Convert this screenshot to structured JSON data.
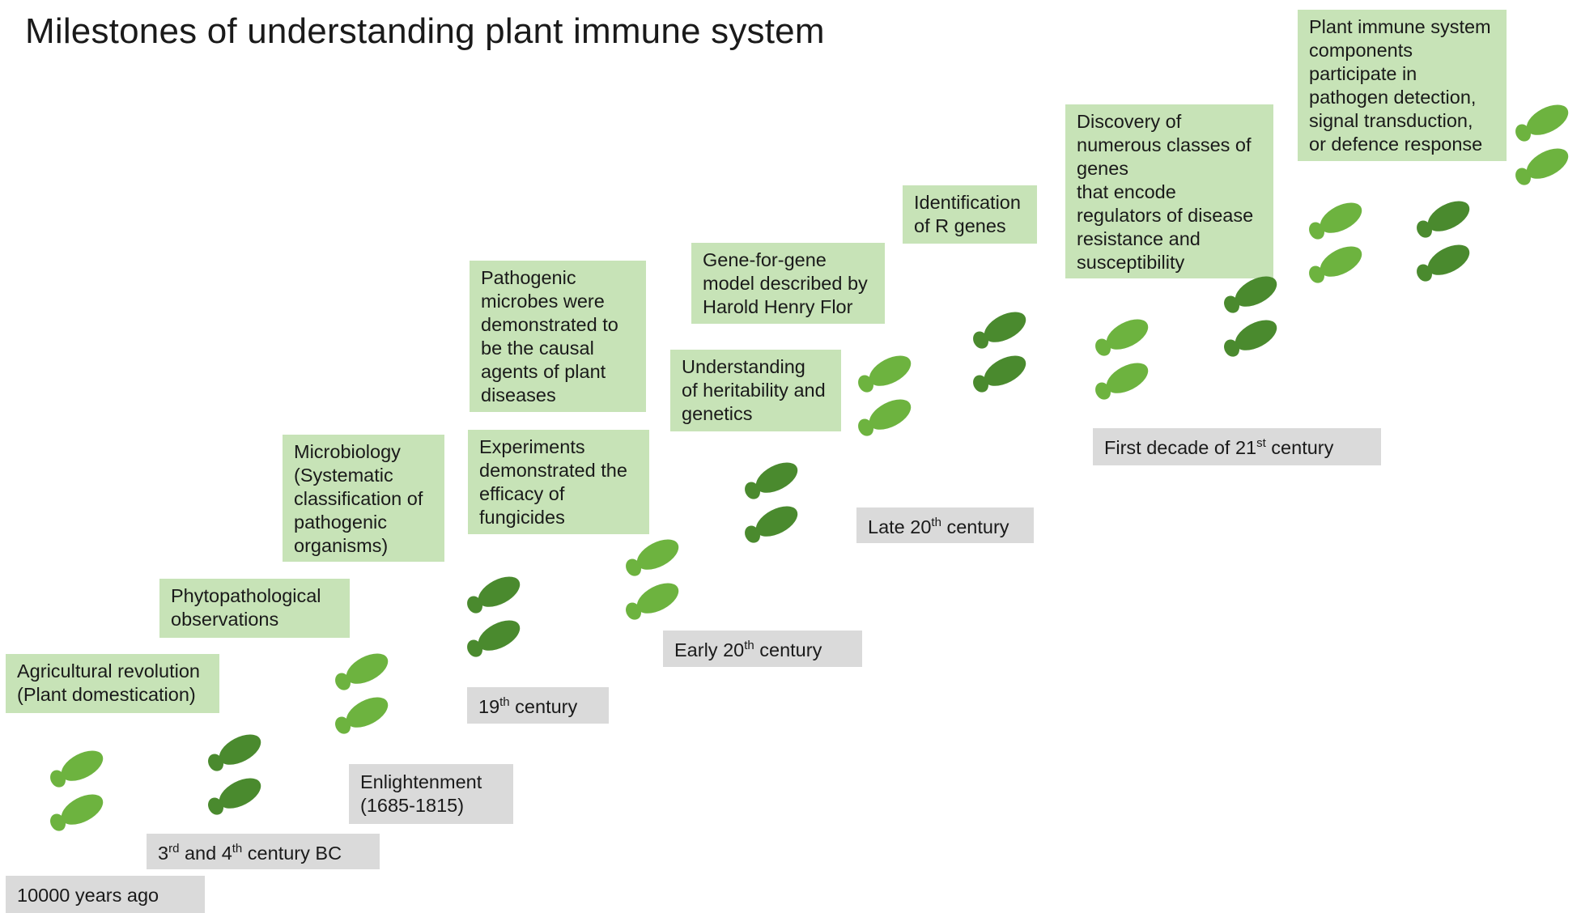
{
  "title": "Milestones of understanding plant immune system",
  "colors": {
    "event_bg": "#c7e3b7",
    "era_bg": "#dadada",
    "footprint_light": "#6db33f",
    "footprint_dark": "#4a8a2e"
  },
  "events": [
    {
      "id": "agri",
      "text": "Agricultural revolution\n(Plant domestication)"
    },
    {
      "id": "phyto",
      "text": "Phytopathological\nobservations"
    },
    {
      "id": "micro",
      "text": "Microbiology\n(Systematic\nclassification of\npathogenic\norganisms)"
    },
    {
      "id": "fung",
      "text": "Experiments\ndemonstrated the\nefficacy of\nfungicides"
    },
    {
      "id": "pathogen",
      "text": "Pathogenic\nmicrobes were\ndemonstrated to\nbe the causal\nagents of plant\ndiseases"
    },
    {
      "id": "herit",
      "text": "Understanding\nof heritability and\ngenetics"
    },
    {
      "id": "flor",
      "text": "Gene-for-gene\nmodel described by\nHarold Henry Flor"
    },
    {
      "id": "rgenes",
      "text": "Identification\nof R genes"
    },
    {
      "id": "disc",
      "text": "Discovery of\nnumerous classes of\ngenes\nthat encode\nregulators of disease\nresistance and\nsusceptibility"
    },
    {
      "id": "comp",
      "text": "Plant immune system\ncomponents\nparticipate in\npathogen detection,\nsignal transduction,\nor defence response"
    }
  ],
  "eras": {
    "e1": {
      "text": "10000 years ago"
    },
    "e2": {
      "a": "3",
      "a_sup": "rd",
      "b": " and 4",
      "b_sup": "th",
      "c": "  century BC"
    },
    "e3": {
      "text": "Enlightenment\n(1685-1815)"
    },
    "e4": {
      "a": "19",
      "a_sup": "th",
      "c": " century"
    },
    "e5": {
      "a": "Early 20",
      "a_sup": "th",
      "c": " century"
    },
    "e6": {
      "a": "Late 20",
      "a_sup": "th",
      "c": " century"
    },
    "e7": {
      "a": "First decade of 21",
      "a_sup": "st",
      "c": " century"
    }
  },
  "footprints": [
    {
      "shade": "light"
    },
    {
      "shade": "dark"
    },
    {
      "shade": "light"
    },
    {
      "shade": "dark"
    },
    {
      "shade": "light"
    },
    {
      "shade": "dark"
    },
    {
      "shade": "light"
    },
    {
      "shade": "dark"
    },
    {
      "shade": "light"
    },
    {
      "shade": "dark"
    },
    {
      "shade": "light"
    },
    {
      "shade": "dark"
    },
    {
      "shade": "light"
    }
  ]
}
